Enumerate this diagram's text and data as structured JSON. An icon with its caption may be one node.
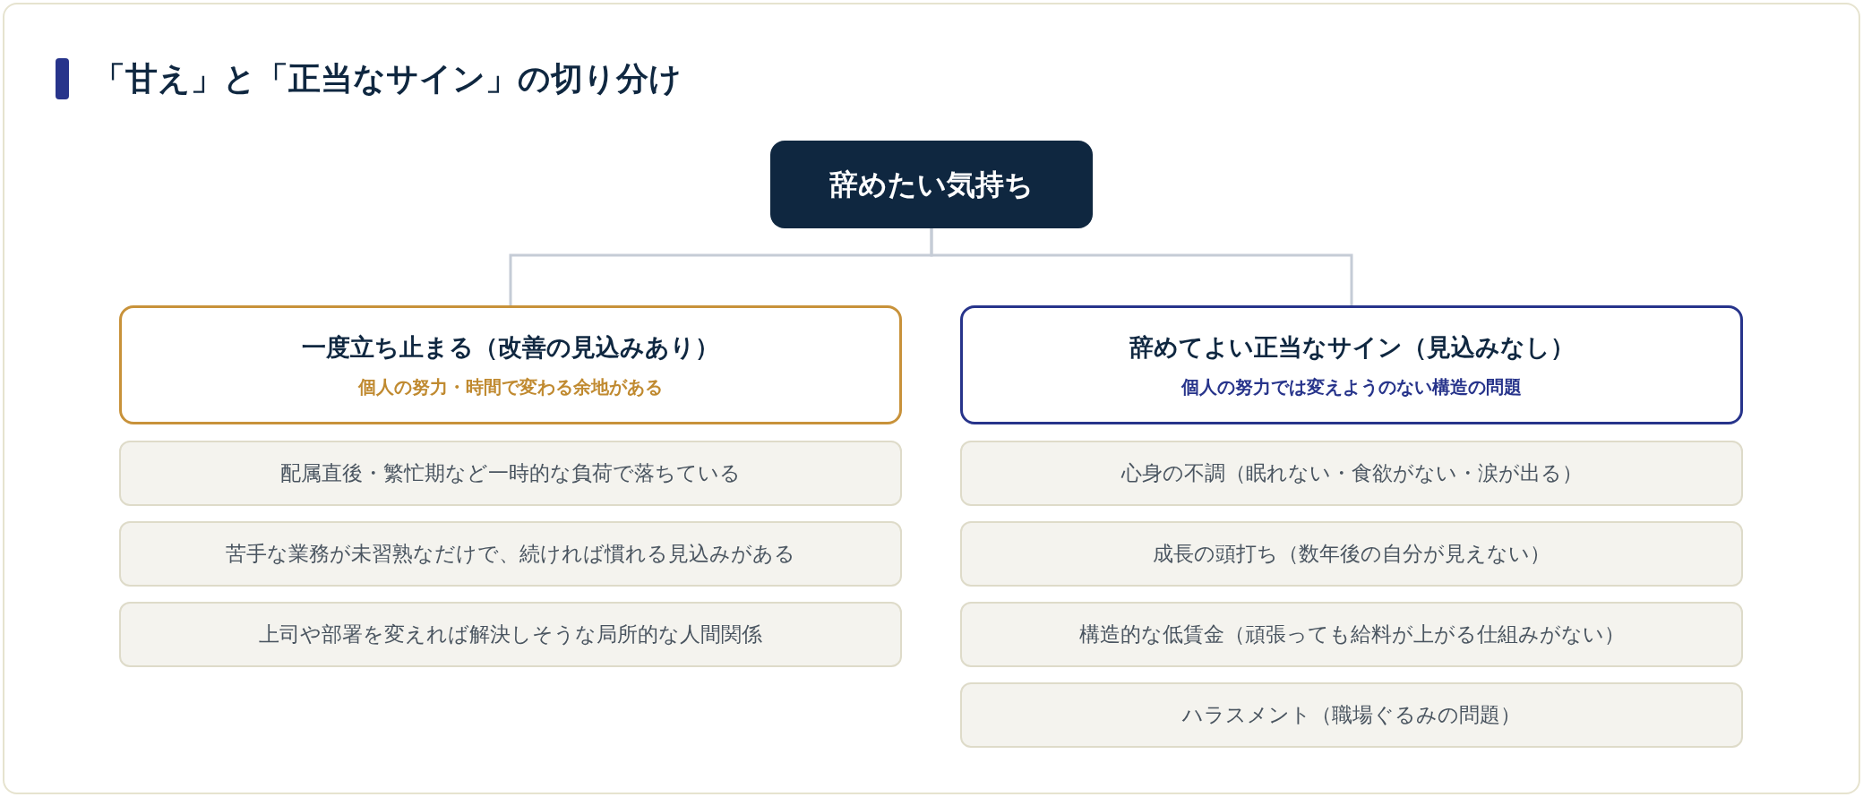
{
  "diagram": {
    "title": "「甘え」と「正当なサイン」の切り分け",
    "nodes": [
      {
        "text": [
          "辞めたい気持ち"
        ]
      },
      {
        "text": [
          "一度立ち止まる（改善の見込みあり）",
          "個人の努力・時間で変わる余地がある"
        ]
      },
      {
        "text": [
          "辞めてよい正当なサイン（見込みなし）",
          "個人の努力では変えようのない構造の問題"
        ]
      },
      {
        "text": [
          "配属直後・繁忙期など一時的な負荷で落ちている"
        ]
      },
      {
        "text": [
          "苦手な業務が未習熟なだけで、続ければ慣れる見込みがある"
        ]
      },
      {
        "text": [
          "上司や部署を変えれば解決しそうな局所的な人間関係"
        ]
      },
      {
        "text": [
          "心身の不調（眠れない・食欲がない・涙が出る）"
        ]
      },
      {
        "text": [
          "成長の頭打ち（数年後の自分が見えない）"
        ]
      },
      {
        "text": [
          "構造的な低賃金（頑張っても給料が上がる仕組みがない）"
        ]
      },
      {
        "text": [
          "ハラスメント（職場ぐるみの問題）"
        ]
      }
    ],
    "edges": [
      {
        "from": 0,
        "to": 1,
        "arrow": "none"
      },
      {
        "from": 0,
        "to": 2,
        "arrow": "none"
      }
    ]
  }
}
